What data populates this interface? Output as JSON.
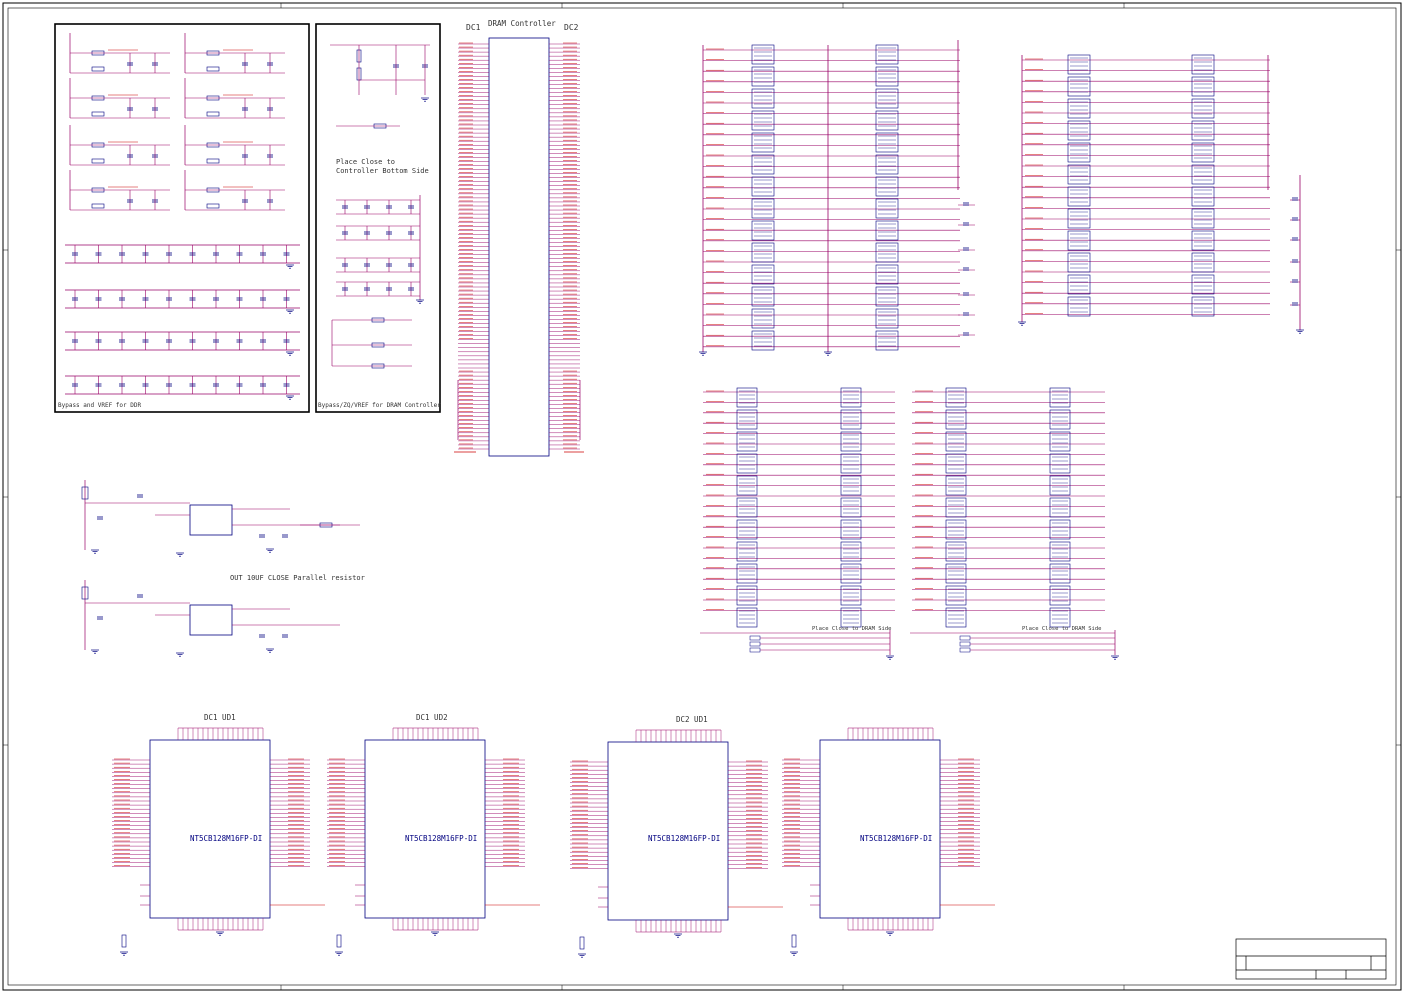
{
  "headings": {
    "dc1": "DC1",
    "dram_controller": "DRAM Controller",
    "dc2": "DC2",
    "place_close": "Place Close to\nController Bottom Side",
    "bypass_vref_ddr": "Bypass and VREF for DDR",
    "bypass_dram_ctrl": "Bypass/ZQ/VREF for DRAM Controller",
    "out_close": "OUT 10UF CLOSE Parallel resistor",
    "place_close_dram_1": "Place Close to DRAM Side",
    "place_close_dram_2": "Place Close to DRAM Side",
    "ud_dc1_ud1": "DC1 UD1",
    "ud_dc1_ud2": "DC1 UD2",
    "ud_dc2_ud1": "DC2 UD1"
  },
  "chips": [
    "NT5CB128M16FP-DI",
    "NT5CB128M16FP-DI",
    "NT5CB128M16FP-DI",
    "NT5CB128M16FP-DI"
  ],
  "colors": {
    "wire": "#990066",
    "component": "#000080",
    "net_label": "#cc0000",
    "border": "#000000",
    "text": "#333333"
  }
}
